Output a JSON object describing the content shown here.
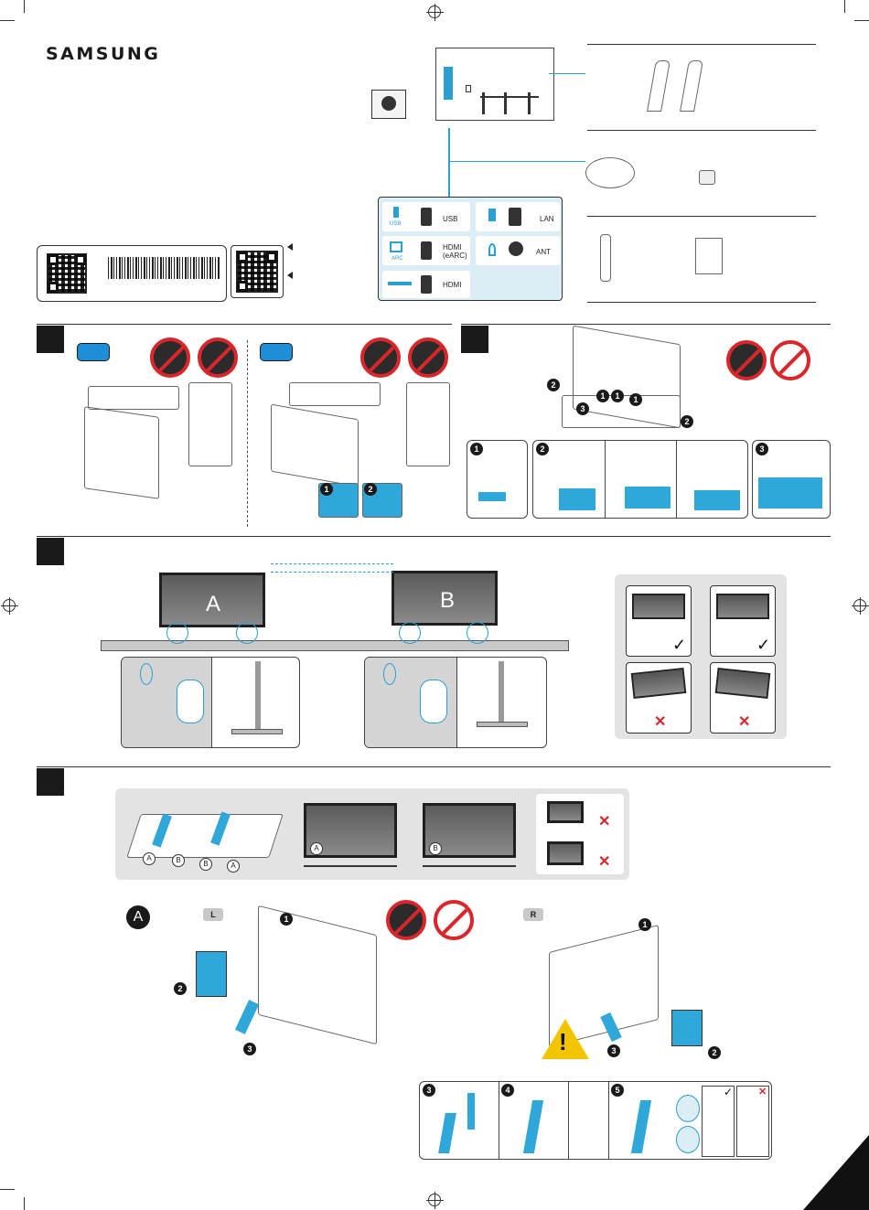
{
  "brand": {
    "logo": "SAMSUNG"
  },
  "ports": {
    "usb_left": "USB",
    "usb_right": "USB",
    "arc": "ARC",
    "hdmi_earc": "HDMI",
    "earc": "(eARC)",
    "hdmi": "HDMI",
    "lan": "LAN",
    "ant": "ANT"
  },
  "steps": {
    "s1": "1",
    "s2": "2",
    "s3": "3",
    "s4": "4",
    "s5": "5"
  },
  "stand_positions": {
    "a": "A",
    "b": "B"
  },
  "markers": {
    "a": "A",
    "b": "B",
    "check": "✓",
    "cross": "✕"
  },
  "assembly": {
    "side_left": "L",
    "side_right": "R",
    "a_badge": "A"
  },
  "colors": {
    "accent": "#2a9fd0",
    "warning": "#f3c500",
    "prohibit": "#d8262b"
  }
}
